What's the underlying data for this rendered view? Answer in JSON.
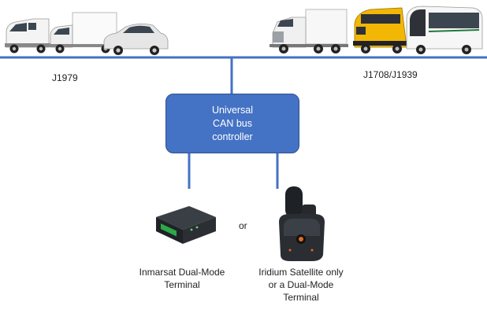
{
  "bus": {
    "left_protocol": "J1979",
    "right_protocol": "J1708/J1939"
  },
  "controller": {
    "lines": [
      "Universal",
      "CAN bus",
      "controller"
    ],
    "fill_color": "#4472c4"
  },
  "connector_word": "or",
  "terminals": [
    {
      "icon": "inmarsat-terminal-icon",
      "lines": [
        "Inmarsat Dual-Mode",
        "Terminal"
      ]
    },
    {
      "icon": "iridium-terminal-icon",
      "lines": [
        "Iridium Satellite only",
        "or a Dual-Mode",
        "Terminal"
      ]
    }
  ],
  "vehicles": {
    "left": [
      "van-icon",
      "box-truck-icon",
      "sedan-icon"
    ],
    "right": [
      "semi-truck-icon",
      "school-bus-icon",
      "coach-bus-icon"
    ]
  },
  "colors": {
    "bus_line": "#4472c4"
  }
}
